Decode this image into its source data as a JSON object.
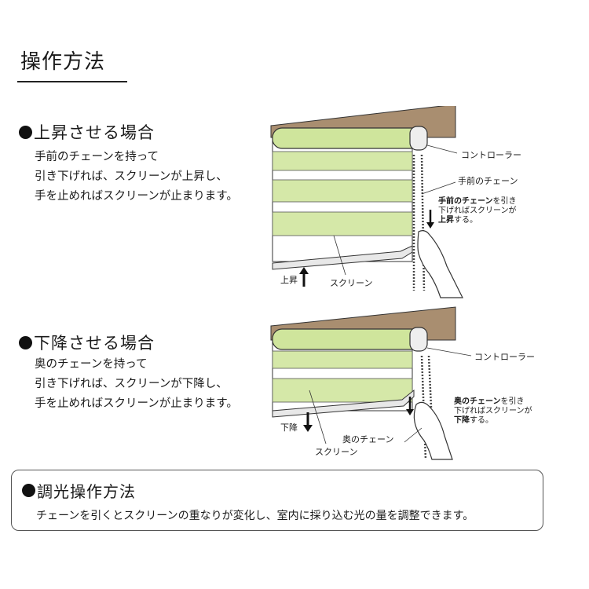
{
  "page_title": "操作方法",
  "raise": {
    "heading": "上昇させる場合",
    "lines": [
      "手前のチェーンを持って",
      "引き下げれば、スクリーンが上昇し、",
      "手を止めればスクリーンが止まります。"
    ],
    "labels": {
      "controller": "コントローラー",
      "front_chain": "手前のチェーン",
      "screen": "スクリーン",
      "direction": "上昇"
    },
    "note": {
      "bold1": "手前のチェーン",
      "text1": "を引き",
      "text2": "下げればスクリーンが",
      "bold2": "上昇",
      "text3": "する。"
    }
  },
  "lower": {
    "heading": "下降させる場合",
    "lines": [
      "奥のチェーンを持って",
      "引き下げれば、スクリーンが下降し、",
      "手を止めればスクリーンが止まります。"
    ],
    "labels": {
      "controller": "コントローラー",
      "back_chain": "奥のチェーン",
      "screen": "スクリーン",
      "direction": "下降"
    },
    "note": {
      "bold1": "奥のチェーン",
      "text1": "を引き",
      "text2": "下げればスクリーンが",
      "bold2": "下降",
      "text3": "する。"
    }
  },
  "dimming": {
    "heading": "調光操作方法",
    "text": "チェーンを引くとスクリーンの重なりが変化し、室内に採り込む光の量を調整できます。"
  },
  "colors": {
    "screen_green": "#d5e8a8",
    "wall_brown": "#a98e70",
    "roller_green": "#cfe59c"
  }
}
